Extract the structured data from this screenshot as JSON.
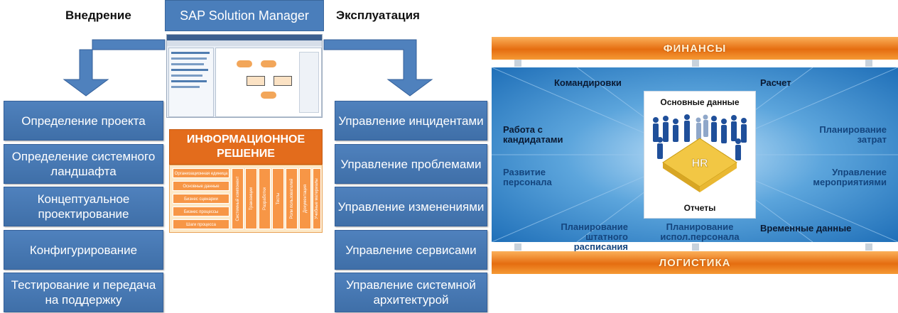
{
  "headings": {
    "left": "Внедрение",
    "right": "Эксплуатация"
  },
  "sap_title": "SAP Solution Manager",
  "left_steps": [
    "Определение проекта",
    "Определение системного ландшафта",
    "Концептуальное проектирование",
    "Конфигурирование",
    "Тестирование и передача на поддержку"
  ],
  "right_steps": [
    "Управление инцидентами",
    "Управление проблемами",
    "Управление изменениями",
    "Управление сервисами",
    "Управление системной архитектурой"
  ],
  "info_solution": {
    "title": "ИНФОРМАЦИОННОЕ РЕШЕНИЕ",
    "rows": [
      "Организационная единица",
      "Основные данные",
      "Бизнес сценарии",
      "Бизнес процессы",
      "Шаги процесса"
    ],
    "columns": [
      "Системный компонент",
      "Транзакции",
      "Разработки",
      "Тесты",
      "Роли пользователей",
      "Документация",
      "Учебные материалы"
    ]
  },
  "hr_diagram": {
    "top_bar": "ФИНАНСЫ",
    "bottom_bar": "ЛОГИСТИКА",
    "center_top": "Основные данные",
    "center_bottom": "Отчеты",
    "center_badge": "HR",
    "labels": {
      "travel": "Командировки",
      "payroll": "Расчет",
      "recruiting": "Работа с кандидатами",
      "cost_planning": "Планирование затрат",
      "development": "Развитие персонала",
      "events": "Управление мероприятиями",
      "staffing": "Планирование штатного расписания",
      "workforce": "Планирование испол.персонала",
      "time": "Временные данные"
    }
  },
  "colors": {
    "box_blue": "#4f81bd",
    "orange": "#e36c1c",
    "hr_blue": "#1f6fb8"
  }
}
